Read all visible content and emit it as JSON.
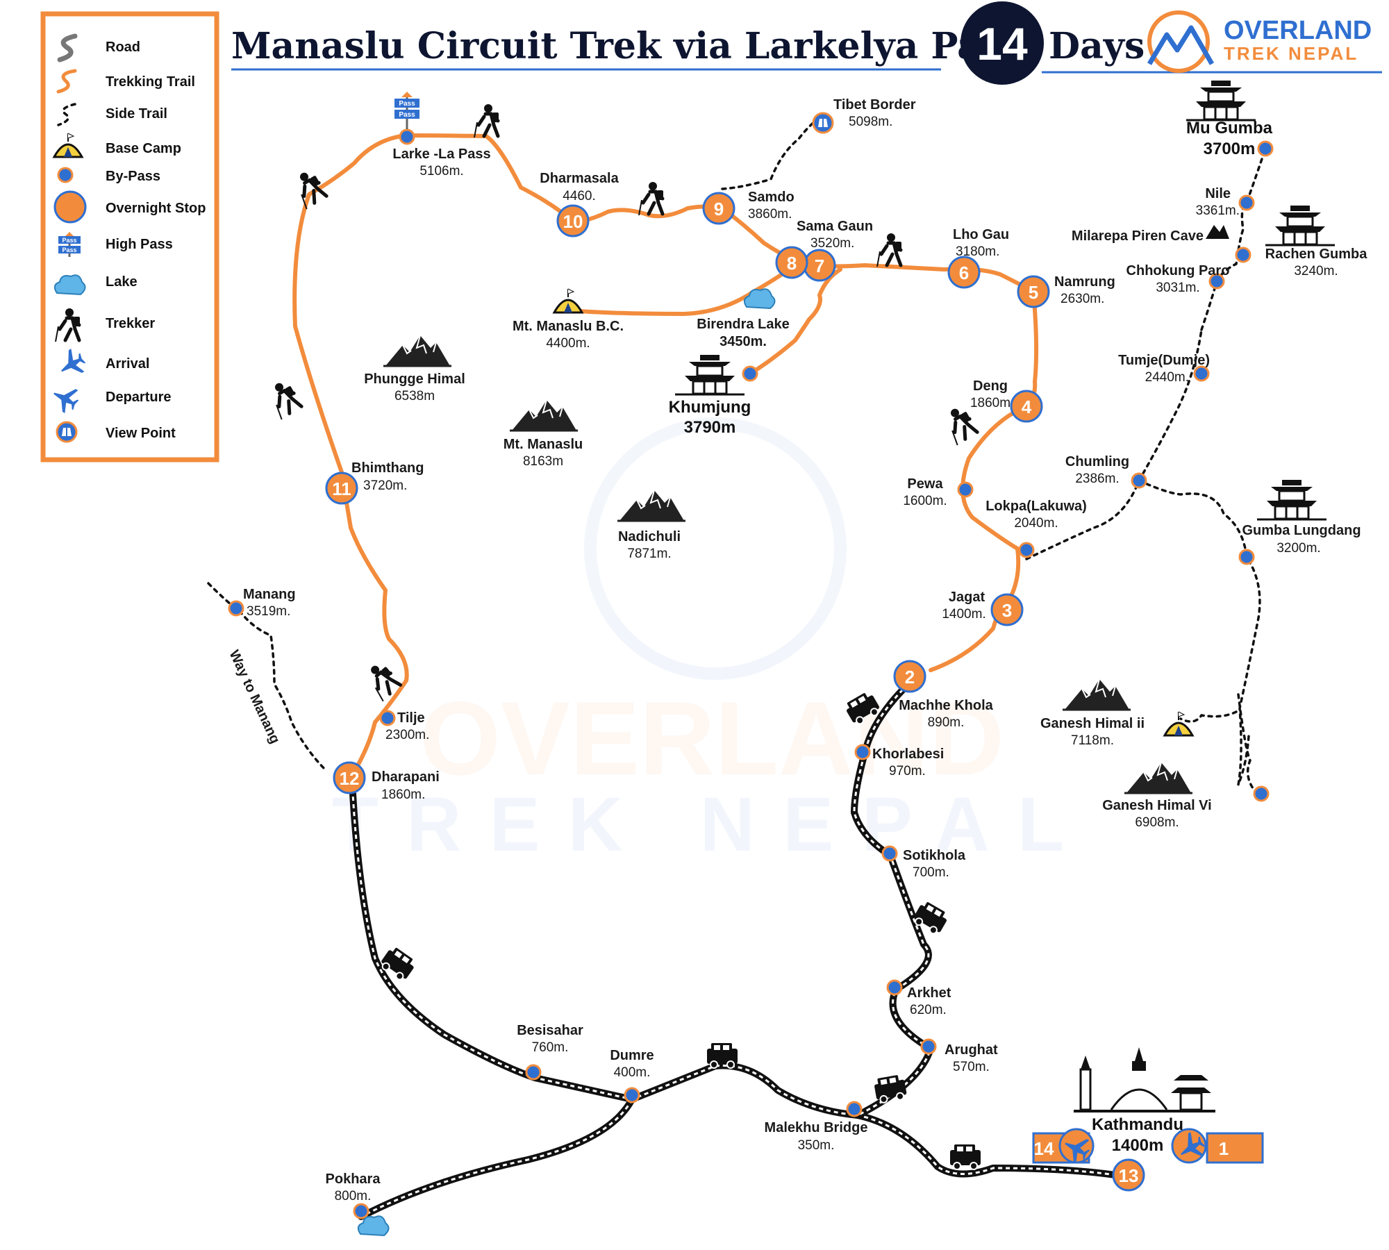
{
  "header": {
    "title": "Manaslu Circuit Trek via Larkelya Pass",
    "days_number": "14",
    "days_label": "Days",
    "brand_line1": "OVERLAND",
    "brand_line2": "TREK NEPAL"
  },
  "legend": {
    "road": "Road",
    "trekking_trail": "Trekking Trail",
    "side_trail": "Side Trail",
    "base_camp": "Base  Camp",
    "by_pass": "By-Pass",
    "overnight_stop": "Overnight Stop",
    "high_pass": "High Pass",
    "lake": "Lake",
    "trekker": "Trekker",
    "arrival": "Arrival",
    "departure": "Departure",
    "view_point": "View Point"
  },
  "pass_sign": "Pass",
  "stops": {
    "s2": "2",
    "s3": "3",
    "s4": "4",
    "s5": "5",
    "s6": "6",
    "s7": "7",
    "s8": "8",
    "s9": "9",
    "s10": "10",
    "s11": "11",
    "s12": "12",
    "s13": "13",
    "s14": "14",
    "s1": "1"
  },
  "places": {
    "larke_pass": {
      "name": "Larke -La Pass",
      "alt": "5106m."
    },
    "dharmasala": {
      "name": "Dharmasala",
      "alt": "4460."
    },
    "tibet_border": {
      "name": "Tibet Border",
      "alt": "5098m."
    },
    "samdo": {
      "name": "Samdo",
      "alt": "3860m."
    },
    "sama_gaun": {
      "name": "Sama Gaun",
      "alt": "3520m."
    },
    "lho_gau": {
      "name": "Lho Gau",
      "alt": "3180m."
    },
    "namrung": {
      "name": "Namrung",
      "alt": "2630m."
    },
    "mu_gumba": {
      "name": "Mu Gumba",
      "alt": "3700m"
    },
    "nile": {
      "name": "Nile",
      "alt": "3361m."
    },
    "milarepa": {
      "name": "Milarepa Piren Cave"
    },
    "rachen_gumba": {
      "name": "Rachen Gumba",
      "alt": "3240m."
    },
    "chhokung_paro": {
      "name": "Chhokung Paro",
      "alt": "3031m."
    },
    "tumje": {
      "name": "Tumje(Dumje)",
      "alt": "2440m."
    },
    "manaslu_bc": {
      "name": "Mt. Manaslu B.C.",
      "alt": "4400m."
    },
    "birendra_lake": {
      "name": "Birendra Lake",
      "alt": "3450m."
    },
    "khumjung": {
      "name": "Khumjung",
      "alt": "3790m"
    },
    "phungge": {
      "name": "Phungge Himal",
      "alt": "6538m"
    },
    "mt_manaslu": {
      "name": "Mt. Manaslu",
      "alt": "8163m"
    },
    "deng": {
      "name": "Deng",
      "alt": "1860m"
    },
    "pewa": {
      "name": "Pewa",
      "alt": "1600m."
    },
    "lokpa": {
      "name": "Lokpa(Lakuwa)",
      "alt": "2040m."
    },
    "chumling": {
      "name": "Chumling",
      "alt": "2386m."
    },
    "gumba_lungdang": {
      "name": "Gumba Lungdang",
      "alt": "3200m."
    },
    "bhimthang": {
      "name": "Bhimthang",
      "alt": "3720m."
    },
    "nadichuli": {
      "name": "Nadichuli",
      "alt": "7871m."
    },
    "jagat": {
      "name": "Jagat",
      "alt": "1400m."
    },
    "manang": {
      "name": "Manang",
      "alt": "3519m."
    },
    "way_to_manang": "Way to Manang",
    "machhe_khola": {
      "name": "Machhe Khola",
      "alt": "890m."
    },
    "khorlabesi": {
      "name": "Khorlabesi",
      "alt": "970m."
    },
    "ganesh_ii": {
      "name": "Ganesh Himal ii",
      "alt": "7118m."
    },
    "ganesh_vi": {
      "name": "Ganesh Himal Vi",
      "alt": "6908m."
    },
    "tilje": {
      "name": "Tilje",
      "alt": "2300m."
    },
    "dharapani": {
      "name": "Dharapani",
      "alt": "1860m."
    },
    "sotikhola": {
      "name": "Sotikhola",
      "alt": "700m."
    },
    "arkhet": {
      "name": "Arkhet",
      "alt": "620m."
    },
    "arughat": {
      "name": "Arughat",
      "alt": "570m."
    },
    "besisahar": {
      "name": "Besisahar",
      "alt": "760m."
    },
    "dumre": {
      "name": "Dumre",
      "alt": "400m."
    },
    "malekhu": {
      "name": "Malekhu Bridge",
      "alt": "350m."
    },
    "kathmandu": {
      "name": "Kathmandu",
      "alt": "1400m"
    },
    "pokhara": {
      "name": "Pokhara",
      "alt": "800m."
    }
  },
  "watermark": {
    "line1": "OVERLAND",
    "line2": "TREK NEPAL"
  },
  "colors": {
    "orange": "#f28c3c",
    "navy": "#0d1530",
    "blue": "#2f6fd0",
    "lake": "#5fb4e8"
  }
}
